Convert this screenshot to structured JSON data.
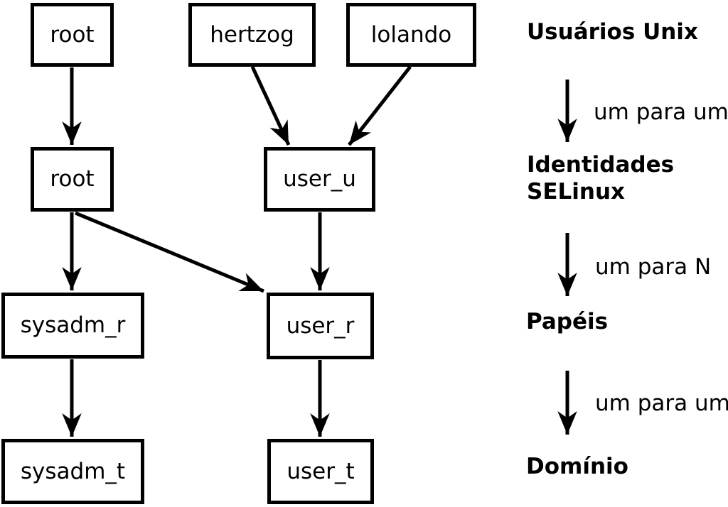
{
  "colors": {
    "ink": "#000000",
    "background": "#ffffff",
    "box_fill": "#ffffff"
  },
  "nodes": {
    "unix_root": "root",
    "unix_hertzog": "hertzog",
    "unix_lolando": "lolando",
    "selinux_root": "root",
    "selinux_user_u": "user_u",
    "role_sysadm_r": "sysadm_r",
    "role_user_r": "user_r",
    "domain_sysadm_t": "sysadm_t",
    "domain_user_t": "user_t"
  },
  "legend": {
    "level1": "Usuários Unix",
    "relation1": "um para um",
    "level2_line1": "Identidades",
    "level2_line2": "SELinux",
    "relation2": "um para N",
    "level3": "Papéis",
    "relation3": "um para um",
    "level4": "Domínio"
  },
  "edges": [
    {
      "from": "root (Unix)",
      "to": "root (SELinux)"
    },
    {
      "from": "hertzog",
      "to": "user_u"
    },
    {
      "from": "lolando",
      "to": "user_u"
    },
    {
      "from": "root (SELinux)",
      "to": "sysadm_r"
    },
    {
      "from": "root (SELinux)",
      "to": "user_r"
    },
    {
      "from": "user_u",
      "to": "user_r"
    },
    {
      "from": "sysadm_r",
      "to": "sysadm_t"
    },
    {
      "from": "user_r",
      "to": "user_t"
    },
    {
      "from": "Usuários Unix",
      "to": "Identidades SELinux"
    },
    {
      "from": "Identidades SELinux",
      "to": "Papéis"
    },
    {
      "from": "Papéis",
      "to": "Domínio"
    }
  ]
}
